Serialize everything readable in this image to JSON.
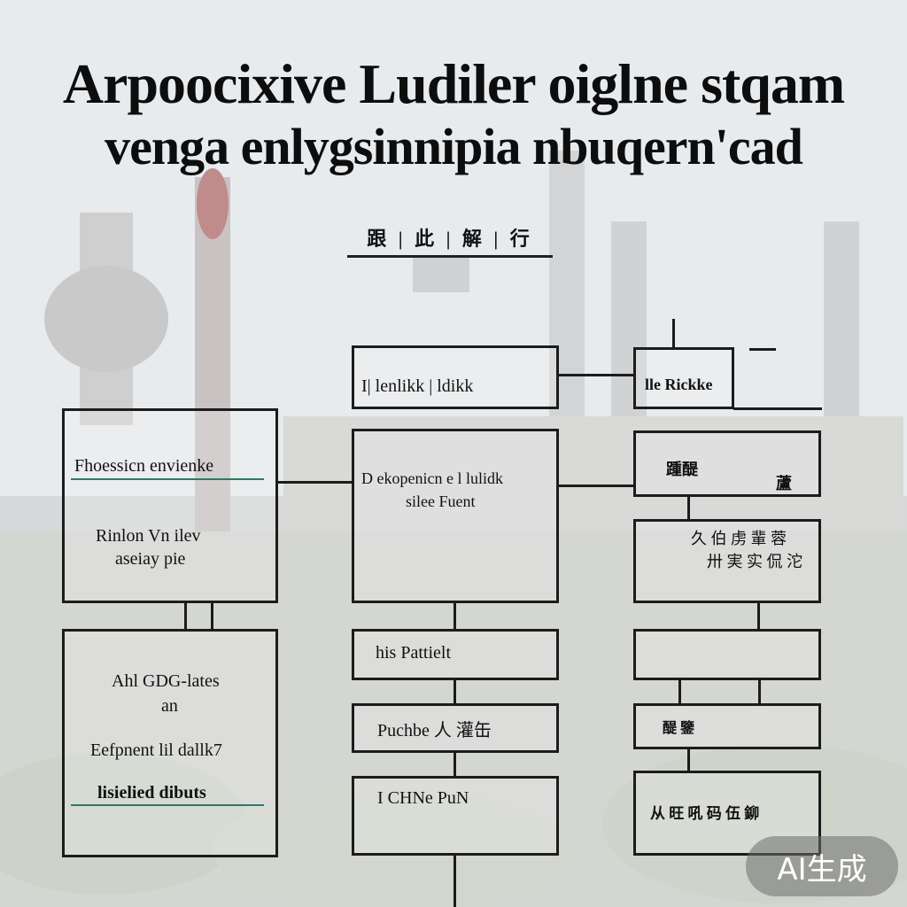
{
  "title": {
    "line1": "Arpoocixive Ludiler oiglne stqam",
    "line2": "venga enlygsinnipia nbuqern'cad"
  },
  "subtitle": "跟 | 此 | 解 | 行",
  "boxes": {
    "left_top": {
      "heading": "Fhoessicn envienke",
      "line1": "Rinlon Vn ilev",
      "line2": "aseiay pie"
    },
    "left_bottom": {
      "line1": "Ahl GDG-lates",
      "line2": "an",
      "line3": "Eefpnent lil dallk7",
      "line4": "lisielied dibuts"
    },
    "center_top": {
      "label": "I| lenlikk | ldikk"
    },
    "center_main": {
      "line1": "D ekopenicn e l lulidk",
      "line2": "silee Fuent"
    },
    "center_row1": {
      "label": "his Pattielt"
    },
    "center_row2": {
      "label": "Puchbe 人 灌缶"
    },
    "center_row3": {
      "label": "I CHNe PuN"
    },
    "right_top": {
      "label": "lle Rickke"
    },
    "right_b1": {
      "left": "踵醍",
      "right": "蘆"
    },
    "right_b2": {
      "line1": "久 伯 虏 輩 蓉",
      "line2": "卅 実 实 侃 沱"
    },
    "right_b4": {
      "label": "醍 鑒"
    },
    "right_b5": {
      "label": "从 旺 吼 码 伍 鉚"
    }
  },
  "badge": "AI生成",
  "colors": {
    "accent_underline": "#2b7a6a",
    "line": "#1c1c1c",
    "background": "#e9ecef"
  }
}
